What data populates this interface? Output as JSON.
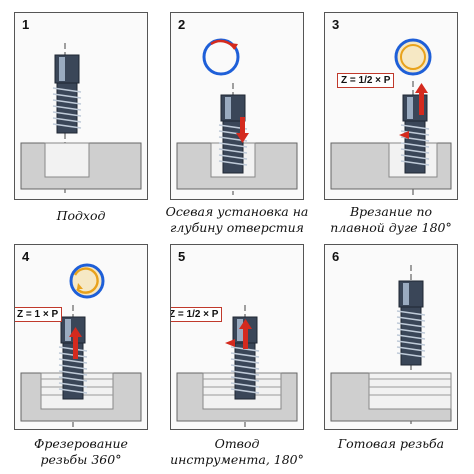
{
  "steps": [
    {
      "number": "1",
      "caption": [
        "Подход"
      ],
      "formula": null
    },
    {
      "number": "2",
      "caption": [
        "Осевая установка на",
        "глубину отверстия"
      ],
      "formula": null
    },
    {
      "number": "3",
      "caption": [
        "Врезание по",
        "плавной дуге 180°"
      ],
      "formula": "Z = 1/2 × P"
    },
    {
      "number": "4",
      "caption": [
        "Фрезерование",
        "резьбы 360°"
      ],
      "formula": "Z = 1 × P"
    },
    {
      "number": "5",
      "caption": [
        "Отвод",
        "инструмента, 180°"
      ],
      "formula": "Z = 1/2 × P"
    },
    {
      "number": "6",
      "caption": [
        "Готовая резьба"
      ],
      "formula": null
    }
  ],
  "colors": {
    "arrow": "#d42a1e",
    "ring": "#1e5fd8",
    "ring_arrow": "#e8a21c",
    "tool_dark": "#2e3a4c",
    "tool_light": "#8fa0b6",
    "work": "#cfcfcf"
  }
}
